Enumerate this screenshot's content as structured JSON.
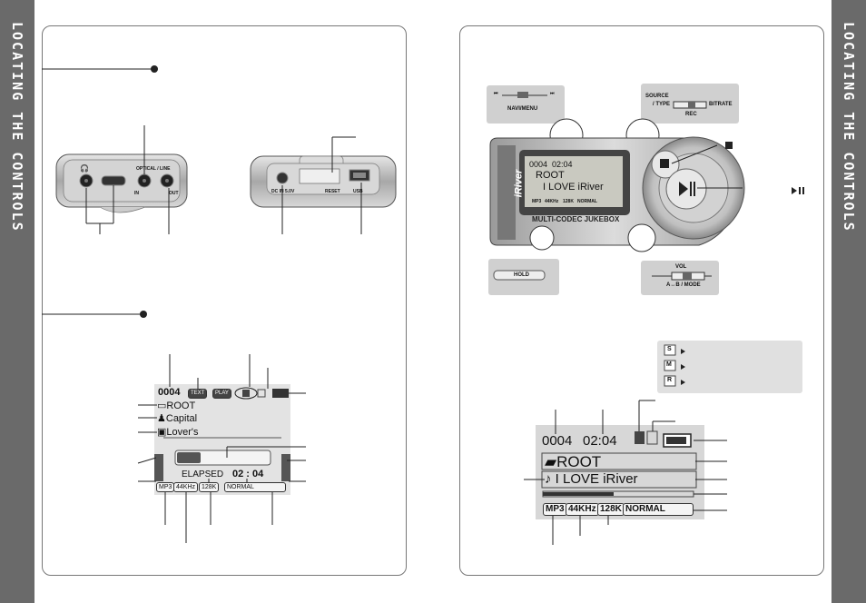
{
  "side_tabs": {
    "left_label": "LOCATING THE CONTROLS",
    "right_label": "LOCATING THE CONTROLS"
  },
  "left_panel": {
    "front_device": {
      "optical_line_label": "OPTICAL / LINE",
      "in_label": "IN",
      "out_label": "OUT"
    },
    "back_device": {
      "dc_in_label": "DC IN 5.0V",
      "reset_label": "RESET",
      "usb_label": "USB"
    },
    "lcd": {
      "track_number": "0004",
      "text_badge": "TEXT",
      "play_badge": "PLAY",
      "folder": "ROOT",
      "artist": "Capital",
      "title": "Lover's",
      "elapsed_label": "ELAPSED",
      "elapsed_time": "02 : 04",
      "format": "MP3",
      "sample_rate": "44KHz",
      "bitrate": "128K",
      "eq": "NORMAL"
    }
  },
  "right_panel": {
    "top_left_callout": {
      "label": "NAVI/MENU"
    },
    "top_right_callout": {
      "source_label": "SOURCE",
      "type_label": "/ TYPE",
      "bitrate_label": "BITRATE",
      "rec_label": "REC"
    },
    "device_screen": {
      "track_number": "0004",
      "time": "02:04",
      "folder": "ROOT",
      "song": "I LOVE iRiver",
      "format": "MP3",
      "sample_rate": "44KHz",
      "bitrate": "128K",
      "eq": "NORMAL"
    },
    "device_brand": "iRiver",
    "device_model": "MULTI-CODEC JUKEBOX",
    "hold_label": "HOLD",
    "vol_callout": {
      "vol_label": "VOL",
      "mode_label": "A↔B / MODE"
    },
    "lock_legend": [
      "S",
      "M",
      "R"
    ],
    "big_lcd": {
      "track_number": "0004",
      "time": "02:04",
      "folder": "ROOT",
      "song": "I LOVE iRiver",
      "format": "MP3",
      "sample_rate": "44KHz",
      "bitrate": "128K",
      "eq": "NORMAL"
    }
  },
  "colors": {
    "side_tab": "#6a6a6a",
    "device_silver": "#c9c9c9",
    "lcd_green": "#c8c8c0"
  }
}
